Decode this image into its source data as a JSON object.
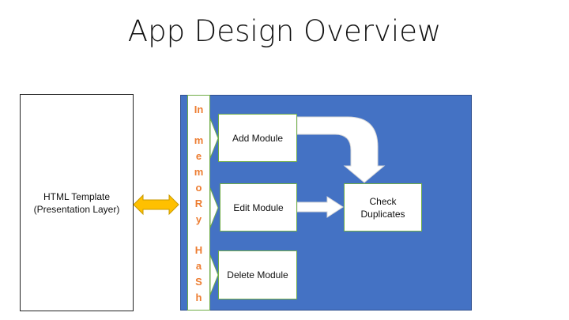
{
  "title": "App Design Overview",
  "left_box": {
    "line1": "HTML Template",
    "line2": "(Presentation Layer)"
  },
  "strip_letters": [
    "In",
    "m",
    "e",
    "m",
    "o",
    "R",
    "y",
    "H",
    "a",
    "S",
    "h"
  ],
  "modules": {
    "add": "Add Module",
    "edit": "Edit Module",
    "delete": "Delete Module",
    "check_line1": "Check",
    "check_line2": "Duplicates"
  },
  "colors": {
    "panel": "#4472c4",
    "strip_text": "#ed7d31",
    "border_green": "#70ad47",
    "double_arrow": "#ffc000"
  }
}
